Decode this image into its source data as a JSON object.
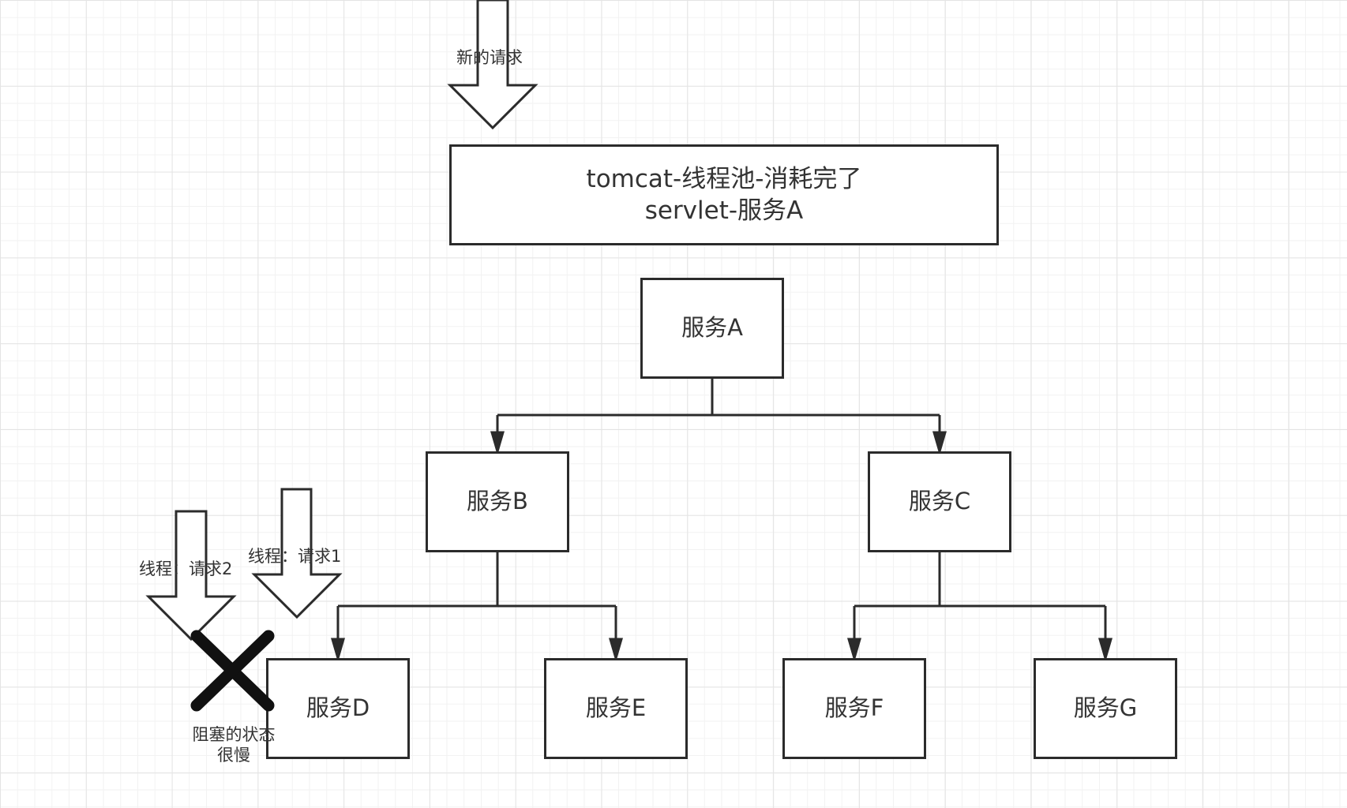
{
  "diagram": {
    "new_request_label": "新的请求",
    "tomcat_box": {
      "line1": "tomcat-线程池-消耗完了",
      "line2": "servlet-服务A"
    },
    "services": {
      "a": "服务A",
      "b": "服务B",
      "c": "服务C",
      "d": "服务D",
      "e": "服务E",
      "f": "服务F",
      "g": "服务G"
    },
    "thread_request_1": "线程：请求1",
    "thread_request_2": "线程：请求2",
    "blocked_note": {
      "line1": "阻塞的状态",
      "line2": "很慢"
    },
    "colors": {
      "stroke": "#2b2b2b",
      "text": "#333333",
      "grid": "#e4e4e4",
      "cross": "#111111"
    }
  }
}
